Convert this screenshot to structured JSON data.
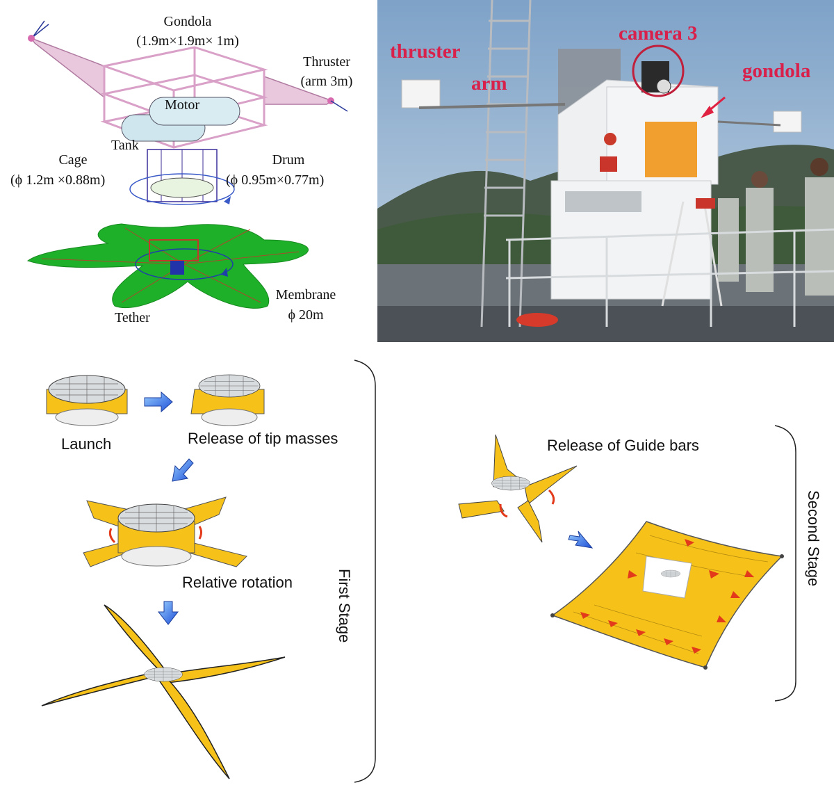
{
  "top_left": {
    "gondola_label": "Gondola",
    "gondola_size": "(1.9m×1.9m× 1m)",
    "thruster_label": "Thruster",
    "thruster_size": "(arm 3m)",
    "motor_label": "Motor",
    "tank_label": "Tank",
    "cage_label": "Cage",
    "cage_size": "(ϕ 1.2m ×0.88m)",
    "drum_label": "Drum",
    "drum_size": "(ϕ 0.95m×0.77m)",
    "membrane_label": "Membrane",
    "membrane_size": "ϕ 20m",
    "tether_label": "Tether"
  },
  "photo": {
    "thruster": "thruster",
    "arm": "arm",
    "camera": "camera 3",
    "gondola": "gondola"
  },
  "first_stage": {
    "stage_label": "First Stage",
    "launch": "Launch",
    "release_tip": "Release of tip masses",
    "relative_rotation": "Relative rotation"
  },
  "second_stage": {
    "stage_label": "Second Stage",
    "release_guide": "Release of Guide bars"
  },
  "colors": {
    "membrane_green": "#1fb02a",
    "sail_yellow": "#f6c21a",
    "annotation_red": "#d8204a",
    "arrow_blue": "#2c6fe0",
    "frame_pink": "#d9a0c8"
  }
}
